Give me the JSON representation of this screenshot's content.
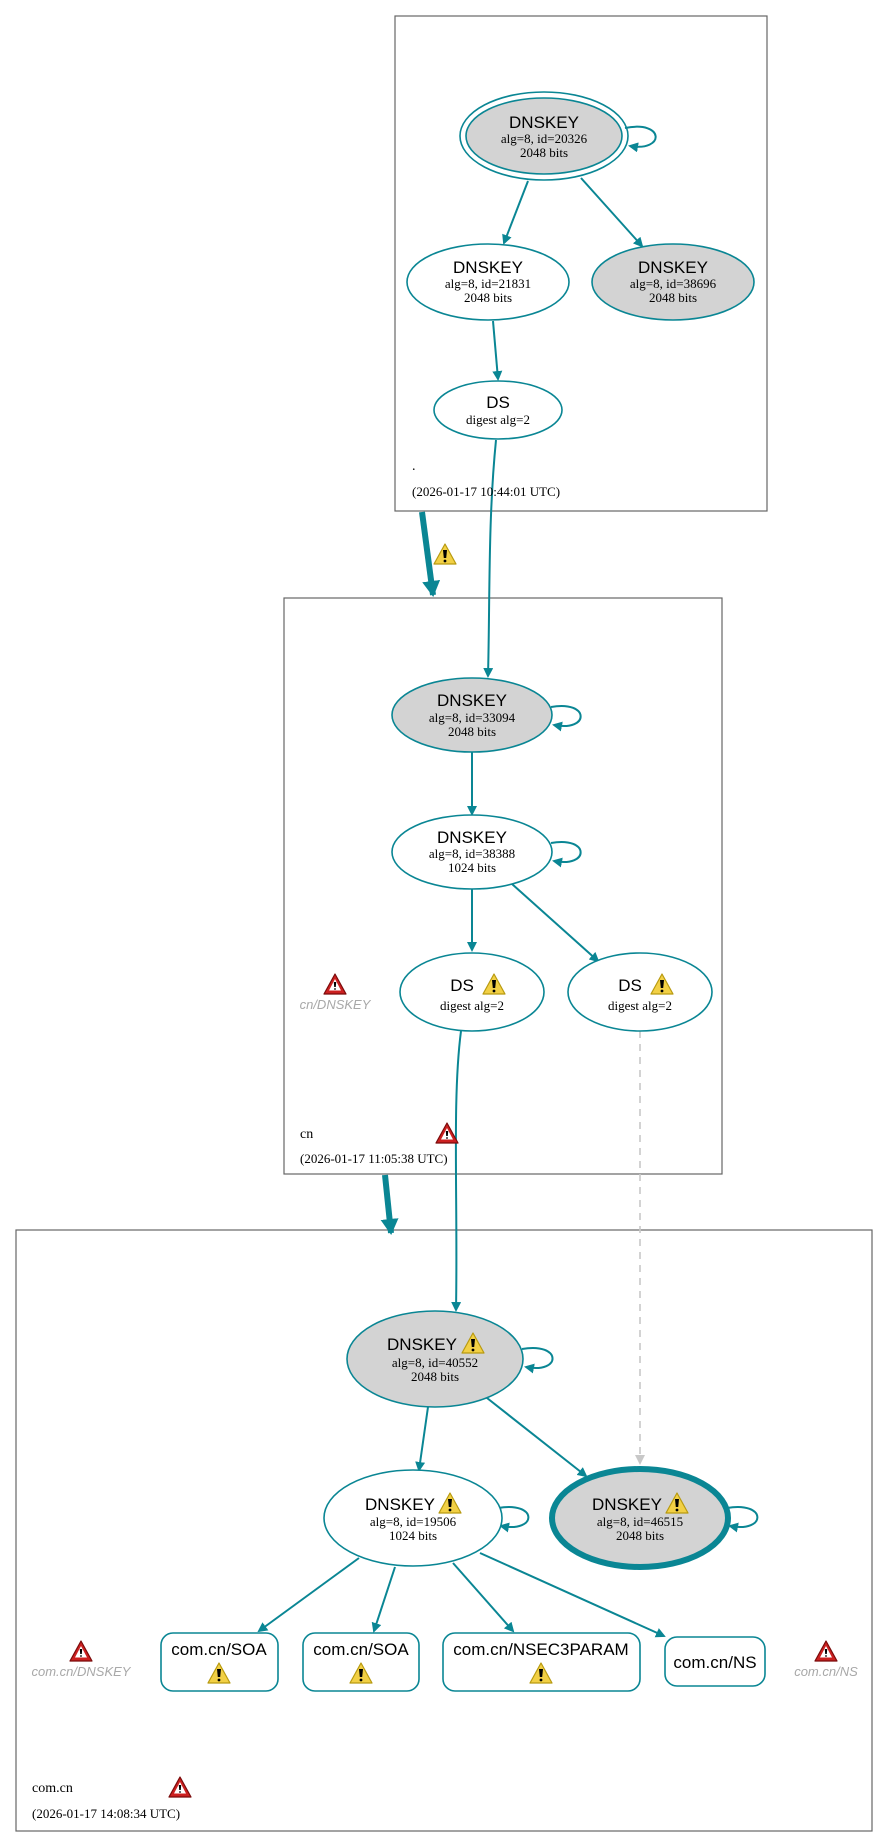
{
  "zones": {
    "root": {
      "name": ".",
      "timestamp": "(2026-01-17 10:44:01 UTC)"
    },
    "cn": {
      "name": "cn",
      "timestamp": "(2026-01-17 11:05:38 UTC)",
      "error_label": "cn/DNSKEY"
    },
    "comcn": {
      "name": "com.cn",
      "timestamp": "(2026-01-17 14:08:34 UTC)",
      "error_label_left": "com.cn/DNSKEY",
      "error_label_right": "com.cn/NS"
    }
  },
  "nodes": {
    "root_ksk": {
      "title": "DNSKEY",
      "line1": "alg=8, id=20326",
      "line2": "2048 bits"
    },
    "root_zsk1": {
      "title": "DNSKEY",
      "line1": "alg=8, id=21831",
      "line2": "2048 bits"
    },
    "root_zsk2": {
      "title": "DNSKEY",
      "line1": "alg=8, id=38696",
      "line2": "2048 bits"
    },
    "root_ds": {
      "title": "DS",
      "line1": "digest alg=2"
    },
    "cn_ksk": {
      "title": "DNSKEY",
      "line1": "alg=8, id=33094",
      "line2": "2048 bits"
    },
    "cn_zsk": {
      "title": "DNSKEY",
      "line1": "alg=8, id=38388",
      "line2": "1024 bits"
    },
    "cn_ds1": {
      "title": "DS",
      "line1": "digest alg=2"
    },
    "cn_ds2": {
      "title": "DS",
      "line1": "digest alg=2"
    },
    "comcn_ksk": {
      "title": "DNSKEY",
      "line1": "alg=8, id=40552",
      "line2": "2048 bits"
    },
    "comcn_zsk": {
      "title": "DNSKEY",
      "line1": "alg=8, id=19506",
      "line2": "1024 bits"
    },
    "comcn_sep": {
      "title": "DNSKEY",
      "line1": "alg=8, id=46515",
      "line2": "2048 bits"
    },
    "soa1": {
      "title": "com.cn/SOA"
    },
    "soa2": {
      "title": "com.cn/SOA"
    },
    "nsec3param": {
      "title": "com.cn/NSEC3PARAM"
    },
    "ns": {
      "title": "com.cn/NS"
    }
  },
  "colors": {
    "edge": "#0a8694",
    "zone_border": "#666666",
    "node_fill_gray": "#d3d3d3",
    "warning_fill": "#f2d045",
    "error_fill": "#cc2020",
    "dashed_edge": "#c8c8c8"
  }
}
